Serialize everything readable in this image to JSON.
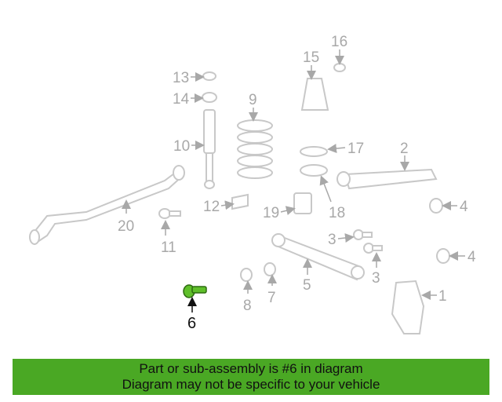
{
  "diagram": {
    "highlighted_part": "6",
    "highlight_color": "#5fbf2a",
    "labels": [
      "1",
      "2",
      "3",
      "3",
      "4",
      "4",
      "5",
      "6",
      "7",
      "8",
      "9",
      "10",
      "11",
      "12",
      "13",
      "14",
      "15",
      "16",
      "17",
      "18",
      "19",
      "20"
    ]
  },
  "banner": {
    "line1": "Part or sub-assembly is #6 in diagram",
    "line2": "Diagram may not be specific to your vehicle",
    "color": "#4aa824"
  }
}
